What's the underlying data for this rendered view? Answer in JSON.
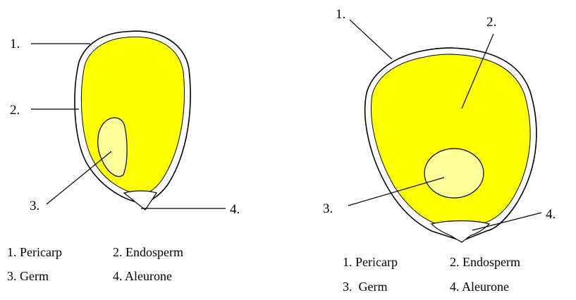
{
  "colors": {
    "pericarp_outline": "#000000",
    "pericarp_fill": "#ffffff",
    "endosperm": "#ffff00",
    "germ": "#ffff99",
    "aleurone": "#ffffff",
    "line": "#000000"
  },
  "diagrams": [
    {
      "callouts": [
        "1.",
        "2.",
        "3.",
        "4."
      ],
      "legend": {
        "row1": [
          "1. Pericarp",
          "2. Endosperm"
        ],
        "row2": [
          "3. Germ",
          "4. Aleurone"
        ]
      }
    },
    {
      "callouts": [
        "1.",
        "2.",
        "3.",
        "4."
      ],
      "legend": {
        "row1": [
          "1. Pericarp",
          "2. Endosperm"
        ],
        "row2": [
          "3.  Germ",
          "4. Aleurone"
        ]
      }
    }
  ]
}
